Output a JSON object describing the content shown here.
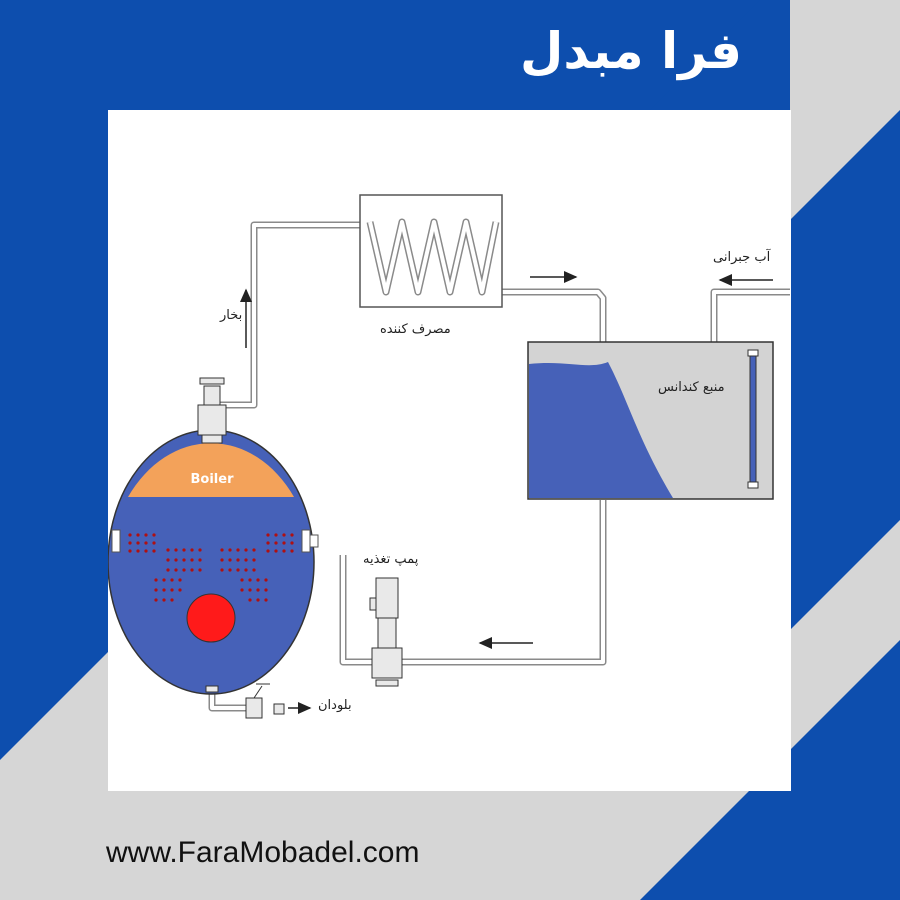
{
  "brand": {
    "logo_text": "فرا مبدل",
    "website": "www.FaraMobadel.com"
  },
  "colors": {
    "brand_blue": "#0d4eae",
    "corner_gray": "#d6d6d6",
    "water_blue": "#4661b8",
    "steam_orange": "#f3a25a",
    "burner_red": "#ff1a1a",
    "tank_gray": "#d3d3d3"
  },
  "diagram": {
    "boiler_label": "Boiler",
    "steam_label": "بخار",
    "consumer_label": "مصرف کننده",
    "makeup_water_label": "آب جبرانی",
    "condensate_tank_label": "منبع کندانس",
    "feed_pump_label": "پمپ تغذیه",
    "blowdown_label": "بلودان"
  }
}
